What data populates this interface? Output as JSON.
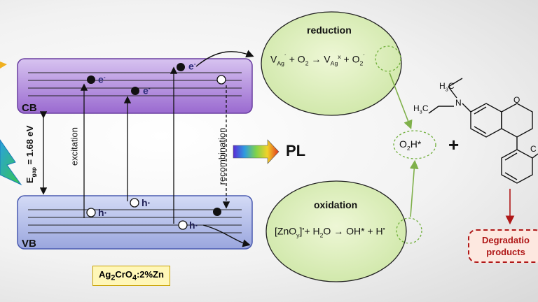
{
  "bands": {
    "cb_label": "CB",
    "vb_label": "VB",
    "gap_text": "E",
    "gap_sub": "gap",
    "gap_value": " = 1.68 eV",
    "cb_color": "#a87fd6",
    "vb_color": "#aeb8e8"
  },
  "carriers": {
    "electron": "e",
    "electron_sup": "-",
    "hole": "h·"
  },
  "arrows": {
    "excitation": "excitation",
    "recombination": "recombination"
  },
  "pl": {
    "label": "PL"
  },
  "reduction": {
    "title": "reduction",
    "eq_part1": "V",
    "eq_sub1": "Ag",
    "eq_sup1": "´",
    "eq_part2": " + O",
    "eq_sub2": "2",
    "eq_arrow": " → V",
    "eq_sub3": "Ag",
    "eq_sup3": "x",
    "eq_part4": " + ",
    "product": "O",
    "product_sub": "2",
    "product_sup": "´"
  },
  "oxidation": {
    "title": "oxidation",
    "eq_part1": "[ZnO",
    "eq_sub1": "y",
    "eq_part2": "]",
    "eq_sup2": "•",
    "eq_part3": "+ H",
    "eq_sub3": "2",
    "eq_part4": "O → OH* + ",
    "product": "H",
    "product_sup": "•"
  },
  "intermediate": {
    "text": "O",
    "sub": "2",
    "tail": "H*"
  },
  "plus": "+",
  "molecule": {
    "label_top": "H",
    "label_top_sub": "3",
    "label_top_tail": "C",
    "label_mid": "H",
    "label_mid_sub": "3",
    "label_mid_tail": "C",
    "atom_n": "N",
    "atom_o": "O",
    "atom_cl": "C"
  },
  "compound": {
    "text1": "Ag",
    "sub1": "2",
    "text2": "CrO",
    "sub2": "4",
    "text3": ":2%Zn"
  },
  "degradation": {
    "line1": "Degradatio",
    "line2": "products"
  }
}
